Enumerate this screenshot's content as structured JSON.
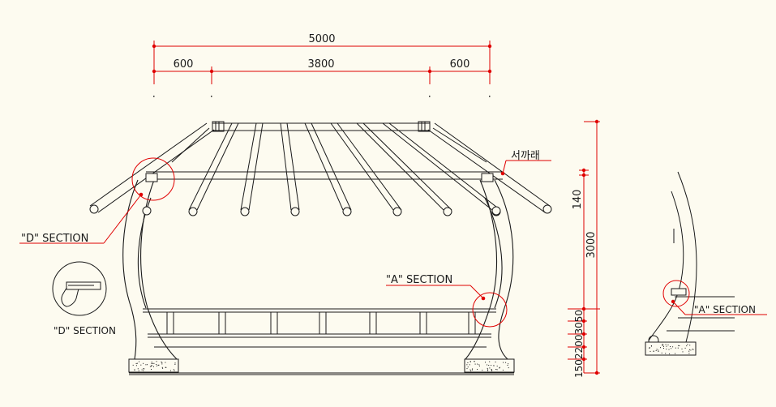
{
  "colors": {
    "background": "#fdfbf0",
    "line": "#1a1a1a",
    "dimension": "#e00000"
  },
  "dimensions": {
    "total_width": "5000",
    "left_overhang": "600",
    "middle_span": "3800",
    "right_overhang": "600",
    "rafter_height": "140",
    "column_height": "3000",
    "stacked_small_text": "15022003050"
  },
  "labels": {
    "rafter_note": "서까래",
    "d_section_callout": "\"D\" SECTION",
    "a_section_callout": "\"A\" SECTION",
    "d_section_detail_caption": "\"D\" SECTION",
    "a_section_side_caption": "\"A\" SECTION"
  }
}
